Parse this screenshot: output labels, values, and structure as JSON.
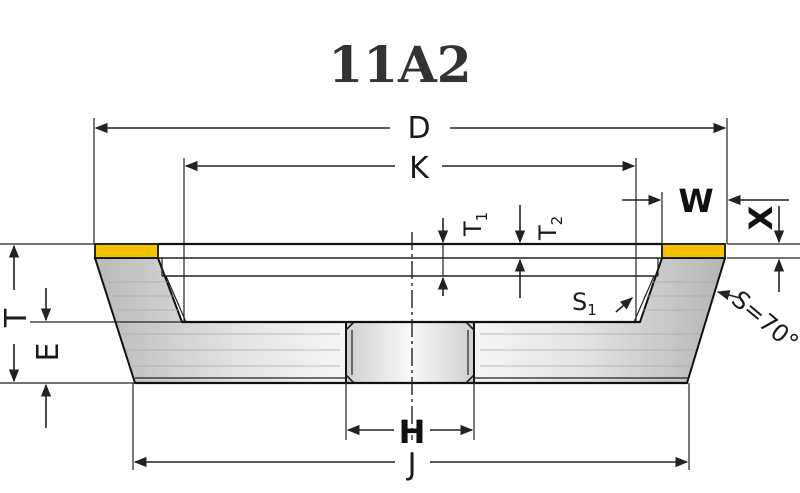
{
  "title": "11A2",
  "labels": {
    "D": "D",
    "K": "K",
    "W": "W",
    "X": "X",
    "T1": "T",
    "T1_sub": "1",
    "T2": "T",
    "T2_sub": "2",
    "S1": "S",
    "S1_sub": "1",
    "S_angle": "S=70°",
    "T": "T",
    "E": "E",
    "H": "H",
    "J": "J"
  },
  "colors": {
    "abrasive_layer": "#f2c400",
    "body_light": "#f3f3f3",
    "body_dark": "#b9b9b9",
    "lines": "#222222"
  }
}
